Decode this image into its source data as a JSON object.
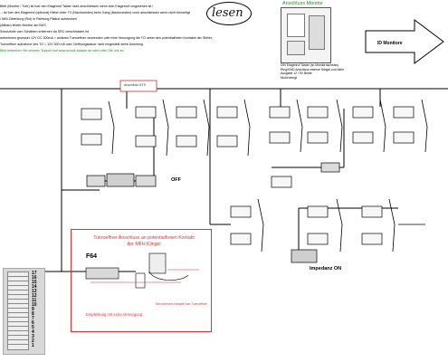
{
  "notes": [
    {
      "text": "Bitte (Monitor / Tuer) ist fuer den Etagenruf Taster nicht anschliessen wenn kein Etagenruf vorgesehen ist !",
      "style": "normal"
    },
    {
      "text": "... ist fuer den Etagenruf (optional) Klebe unter TV (Nachruesten) beim Gang (Nachruesten) noch anschliessen wenn nicht benoetigt",
      "style": "normal"
    },
    {
      "text": "/ MIN Zielerkung (Rot) in Richtung Platine aufstecken",
      "style": "normal"
    },
    {
      "text": "(Altbau) letzter Monitor am BUS",
      "style": "normal"
    },
    {
      "text": "Schutzfolie vom Schaltern entfernen da SRC verschlossen ist",
      "style": "normal"
    },
    {
      "text": "aufnehmen groesser 12V DC 300mA = anderes Tueroeffner verwenden oder eine Versorgung die TO ueber den potentialfreien Kontakte der  Steller-",
      "style": "normal"
    },
    {
      "text": "Tueroeffner aufnahme des TO = 12V 300 mA oder Oeffnungsdauer nicht eingestellt siehe Anleitung",
      "style": "normal"
    },
    {
      "text": "Bitte bedenken Sie unseren Support auf www.scholz-bossier.de oder rufen Sie uns an.",
      "style": "green"
    }
  ],
  "lesen_label": "lesen",
  "panel": {
    "title": "Anschluss Monitor",
    "legend": [
      "DIN              Etagenruf Taster (an Monitornschluss)",
      "Ring/GND    Anschluss externe Klingel und Mehr",
      "                    Ausgabe 12 / 5V          Beide",
      "                    Nicht belegt"
    ]
  },
  "id_monitors_label": "ID Monitore",
  "labels": {
    "off_label": "OFF",
    "impedanz_label": "Impedanz ON",
    "small_box_label": "Anschluss NTS"
  },
  "red_box": {
    "title": "Tueroeffner Anschluss an potentialfreien Kontakt der MFH Klingel",
    "f64_label": "F64",
    "caption": "Mit externem Netzteil fuer Tueroeffner",
    "footer": "Empfehlung mit extra Versorgung"
  },
  "bell_numbers": [
    "17",
    "16",
    "15",
    "14",
    "13",
    "12",
    "11",
    "10",
    "9",
    "8",
    "7",
    "6",
    "5",
    "4",
    "3",
    "2",
    "1"
  ],
  "colors": {
    "accent_red": "#d33333",
    "note_green": "#1a8a1a",
    "line_black": "#000000"
  }
}
